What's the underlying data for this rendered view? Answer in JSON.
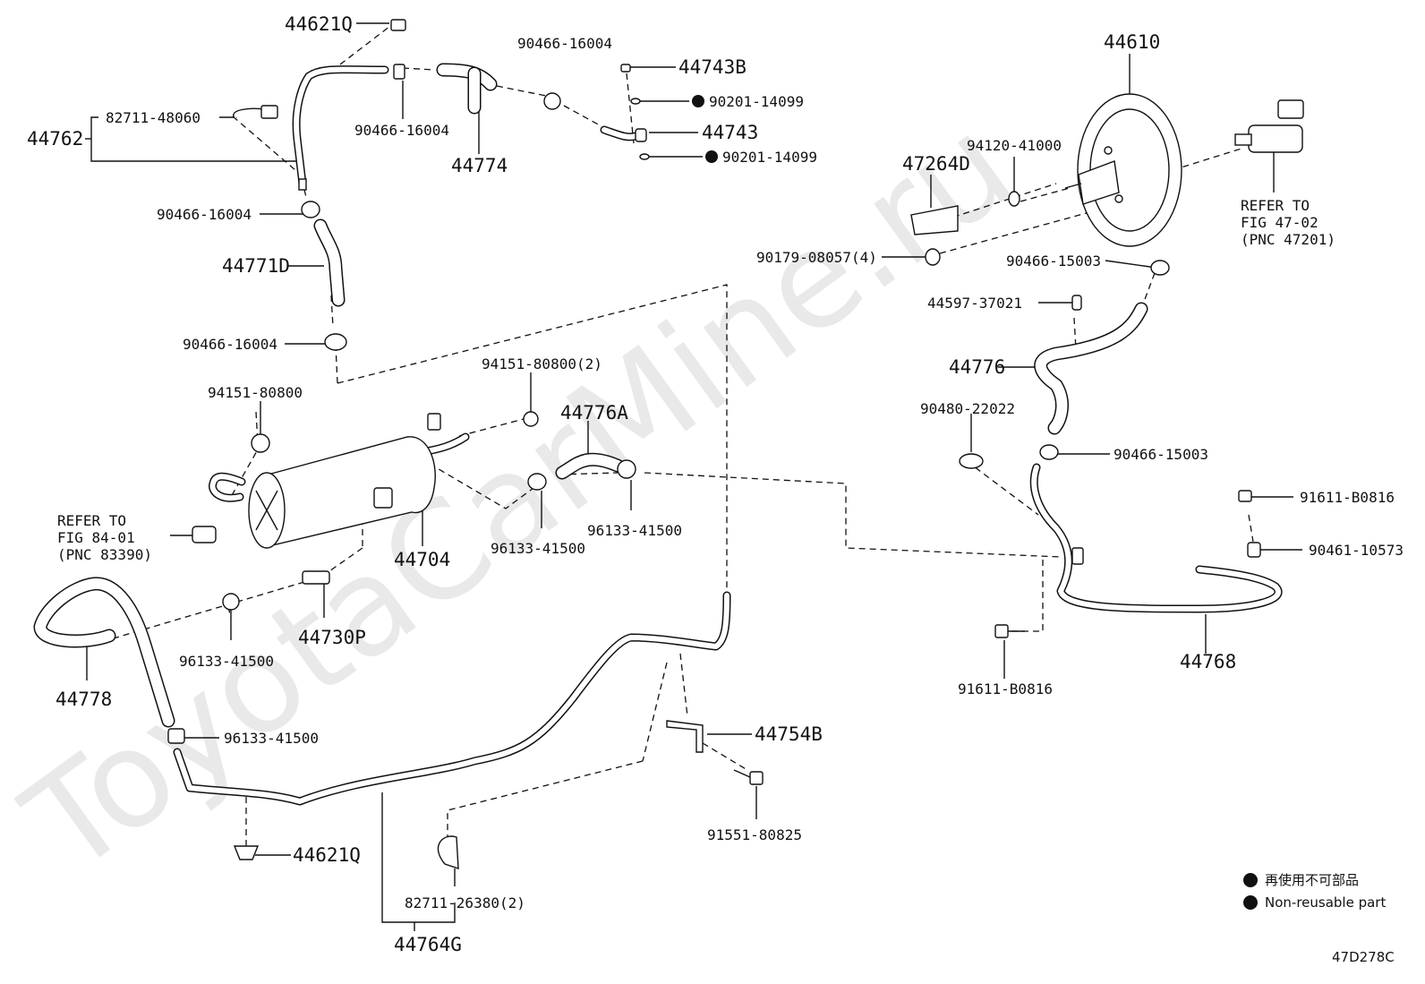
{
  "watermark": "ToyotaCarMine.ru",
  "figure_code": "47D278C",
  "legend": {
    "items": [
      {
        "label": "再使用不可部品"
      },
      {
        "label": "Non-reusable part"
      }
    ]
  },
  "labels": {
    "p44621Q_top": "44621Q",
    "p90466_16004_a": "90466-16004",
    "p44743B": "44743B",
    "p90201_14099_a": "90201-14099",
    "p44743": "44743",
    "p90201_14099_b": "90201-14099",
    "p82711_48060": "82711-48060",
    "p44762": "44762",
    "p90466_16004_b": "90466-16004",
    "p44774": "44774",
    "p90466_16004_c": "90466-16004",
    "p44771D": "44771D",
    "p90466_16004_d": "90466-16004",
    "p94151_80800_2": "94151-80800(2)",
    "p94151_80800": "94151-80800",
    "p44776A": "44776A",
    "p44704": "44704",
    "p96133_41500_a": "96133-41500",
    "p96133_41500_b": "96133-41500",
    "p96133_41500_c": "96133-41500",
    "p44730P": "44730P",
    "p44778": "44778",
    "p96133_41500_d": "96133-41500",
    "p44621Q_bottom": "44621Q",
    "p82711_26380": "82711-26380(2)",
    "p44764G": "44764G",
    "p44754B": "44754B",
    "p91551_80825": "91551-80825",
    "p44610": "44610",
    "p94120_41000": "94120-41000",
    "p47264D": "47264D",
    "p90179_08057": "90179-08057(4)",
    "p90466_15003_a": "90466-15003",
    "p44597_37021": "44597-37021",
    "p44776": "44776",
    "p90480_22022": "90480-22022",
    "p90466_15003_b": "90466-15003",
    "p91611_B0816_a": "91611-B0816",
    "p90461_10573": "90461-10573",
    "p44768": "44768",
    "p91611_B0816_b": "91611-B0816"
  },
  "refs": {
    "fig84": {
      "line1": "REFER TO",
      "line2": "FIG 84-01",
      "line3": "(PNC 83390)"
    },
    "fig47": {
      "line1": "REFER TO",
      "line2": "FIG 47-02",
      "line3": "(PNC 47201)"
    }
  }
}
